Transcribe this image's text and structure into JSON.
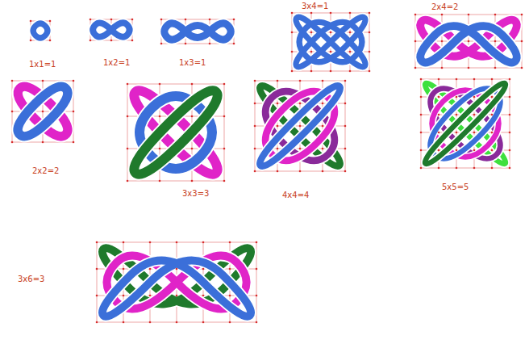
{
  "diagram": {
    "labels": [
      "1x1=1",
      "1x2=1",
      "1x3=1",
      "3x4=1",
      "2x4=2",
      "2x2=2",
      "3x3=3",
      "4x4=4",
      "5x5=5",
      "3x6=3"
    ]
  }
}
